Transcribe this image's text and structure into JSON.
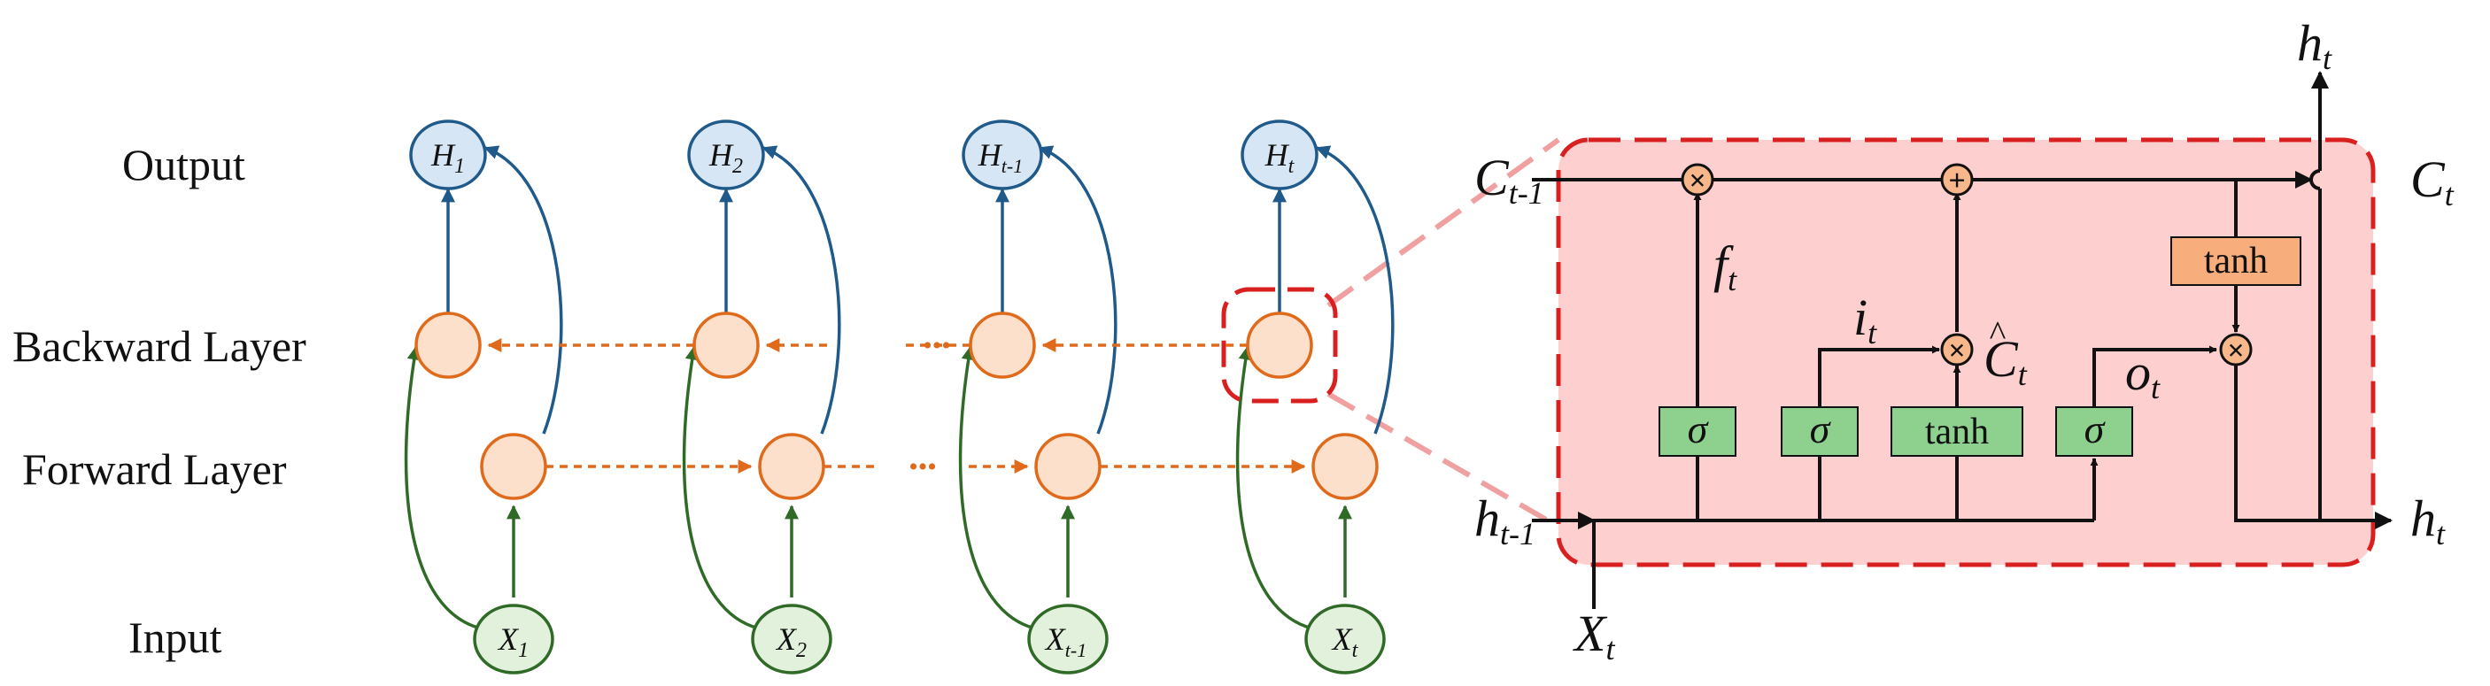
{
  "row_labels": {
    "output": "Output",
    "backward": "Backward Layer",
    "forward": "Forward Layer",
    "input": "Input"
  },
  "outputs": [
    {
      "base": "H",
      "sub": "1"
    },
    {
      "base": "H",
      "sub": "2"
    },
    {
      "base": "H",
      "sub": "t-1"
    },
    {
      "base": "H",
      "sub": "t"
    }
  ],
  "inputs": [
    {
      "base": "X",
      "sub": "1"
    },
    {
      "base": "X",
      "sub": "2"
    },
    {
      "base": "X",
      "sub": "t-1"
    },
    {
      "base": "X",
      "sub": "t"
    }
  ],
  "ellipsis": "•••",
  "cell": {
    "c_prev": {
      "base": "C",
      "sub": "t-1"
    },
    "c_next": {
      "base": "C",
      "sub": "t"
    },
    "h_prev": {
      "base": "h",
      "sub": "t-1"
    },
    "h_out_right": {
      "base": "h",
      "sub": "t"
    },
    "h_out_top": {
      "base": "h",
      "sub": "t"
    },
    "x_in": {
      "base": "X",
      "sub": "t"
    },
    "f_label": {
      "base": "f",
      "sub": "t"
    },
    "i_label": {
      "base": "i",
      "sub": "t"
    },
    "o_label": {
      "base": "o",
      "sub": "t"
    },
    "c_hat_label": {
      "base": "C",
      "sub": "t",
      "accent": "^"
    },
    "gates": {
      "forget": "σ",
      "input": "σ",
      "candidate": "tanh",
      "output": "σ",
      "state_tanh": "tanh"
    },
    "ops": {
      "multiply": "×",
      "add": "+"
    }
  },
  "colors": {
    "output_fill": "#d6e6f4",
    "output_stroke": "#1f5a8a",
    "hidden_fill": "#fde0cb",
    "hidden_stroke": "#e06a1b",
    "input_fill": "#e1f1dc",
    "input_stroke": "#2f6b26",
    "cell_bg": "#fecfcf",
    "cell_border": "#d92020",
    "gate_green": "#8ed08e",
    "tanh_orange": "#f8ad7d",
    "op_fill": "#f7b78b",
    "zoom_line": "#f0a0a0"
  }
}
